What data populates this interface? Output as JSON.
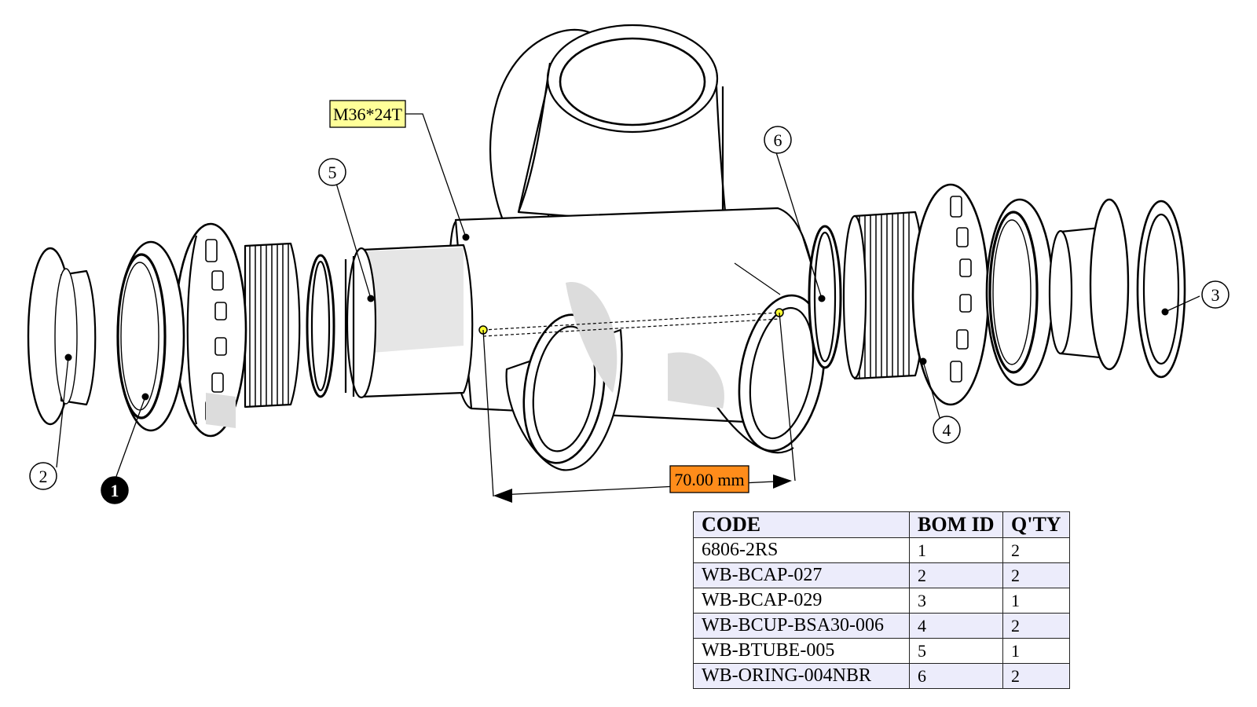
{
  "thread_label": "M36*24T",
  "dimension_label": "70.00 mm",
  "balloons": [
    {
      "id": "b1",
      "text": "1",
      "filled": true
    },
    {
      "id": "b2",
      "text": "2",
      "filled": false
    },
    {
      "id": "b3",
      "text": "3",
      "filled": false
    },
    {
      "id": "b4",
      "text": "4",
      "filled": false
    },
    {
      "id": "b5",
      "text": "5",
      "filled": false
    },
    {
      "id": "b6",
      "text": "6",
      "filled": false
    }
  ],
  "bom": {
    "headers": [
      "CODE",
      "BOM ID",
      "Q'TY"
    ],
    "rows": [
      {
        "code": "6806-2RS",
        "bom_id": "1",
        "qty": "2"
      },
      {
        "code": "WB-BCAP-027",
        "bom_id": "2",
        "qty": "2"
      },
      {
        "code": "WB-BCAP-029",
        "bom_id": "3",
        "qty": "1"
      },
      {
        "code": "WB-BCUP-BSA30-006",
        "bom_id": "4",
        "qty": "2"
      },
      {
        "code": "WB-BTUBE-005",
        "bom_id": "5",
        "qty": "1"
      },
      {
        "code": "WB-ORING-004NBR",
        "bom_id": "6",
        "qty": "2"
      }
    ]
  },
  "colors": {
    "thread_label_bg": "#ffff99",
    "dimension_label_bg": "#ff8c1a",
    "table_alt_row": "#ececfb",
    "shade": "#dcdcdc"
  }
}
